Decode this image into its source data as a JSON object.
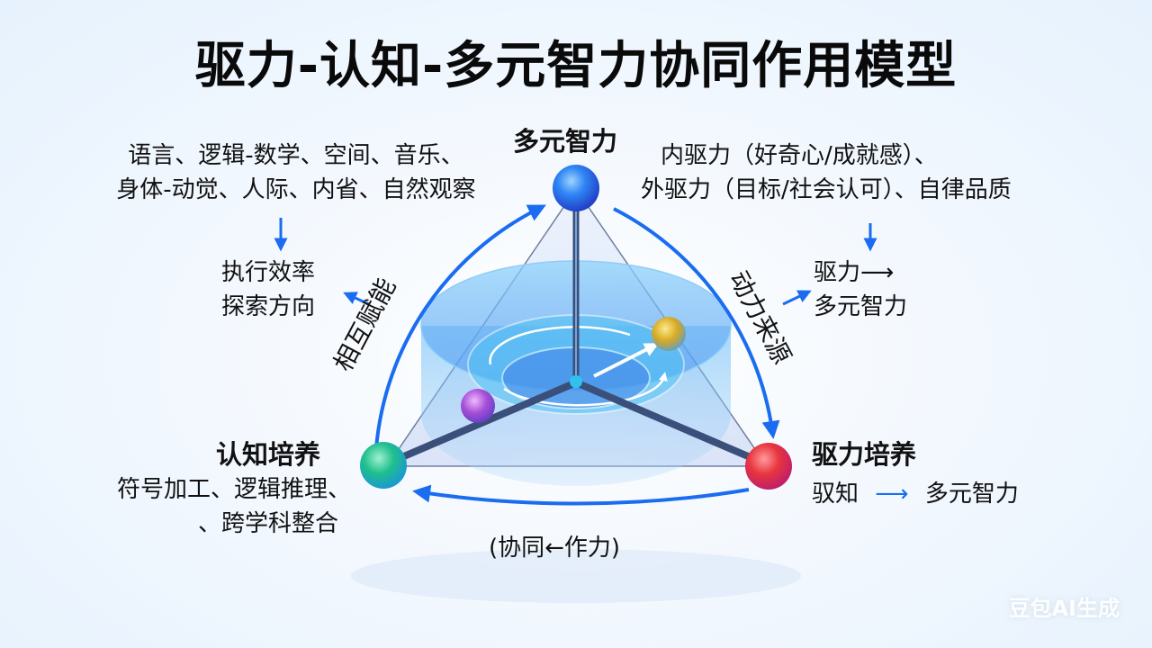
{
  "title": "驱力-认知-多元智力协同作用模型",
  "nodes": {
    "top": {
      "label": "多元智力",
      "color": "#2f7cf2",
      "description": [
        "语言、逻辑-数学、空间、音乐、",
        "身体-动觉、人际、内省、自然观察"
      ],
      "effect": [
        "执行效率",
        "探索方向"
      ]
    },
    "left": {
      "label": "认知培养",
      "color": "#1fb88f",
      "description": [
        "符号加工、逻辑推理、",
        "、跨学科整合"
      ]
    },
    "right": {
      "label": "驱力培养",
      "color": "#e8353f",
      "description_left": "驭知",
      "description_arrow": "⟶",
      "description_right": "多元智力"
    },
    "inner_purple": {
      "color": "#9b4fd1"
    },
    "inner_yellow": {
      "color": "#d8b224"
    }
  },
  "drive_info": {
    "description": [
      "内驱力（好奇心/成就感）、",
      "外驱力（目标/社会认可）、自律品质"
    ],
    "effect": [
      "驱力⟶",
      "多元智力"
    ]
  },
  "arcs": {
    "left_label": "相互赋能",
    "right_label": "动力来源",
    "bottom_label": "(协同←作力)"
  },
  "colors": {
    "arc_blue": "#1a6cf0",
    "triangle_edge": "#5a6a8a",
    "disc_blue": "#4ab4f5"
  },
  "watermark": "豆包AI生成"
}
